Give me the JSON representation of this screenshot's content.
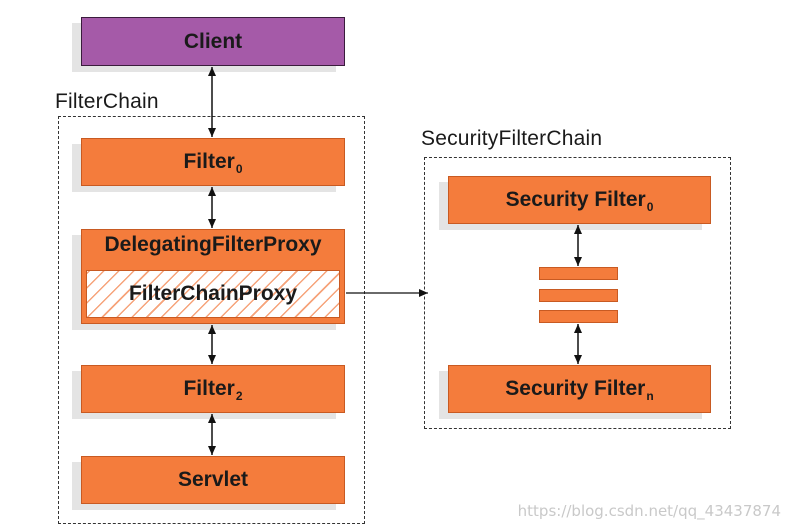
{
  "client": {
    "label": "Client"
  },
  "filter_chain": {
    "title": "FilterChain",
    "filter0": {
      "label": "Filter",
      "sub": "0"
    },
    "delegating_proxy": {
      "label": "DelegatingFilterProxy",
      "inner_label": "FilterChainProxy"
    },
    "filter2": {
      "label": "Filter",
      "sub": "2"
    },
    "servlet": {
      "label": "Servlet"
    }
  },
  "security_filter_chain": {
    "title": "SecurityFilterChain",
    "first": {
      "label": "Security Filter",
      "sub": "0"
    },
    "last": {
      "label": "Security Filter",
      "sub": "n"
    }
  },
  "watermark": "https://blog.csdn.net/qq_43437874",
  "colors": {
    "client": "#a55aa8",
    "filter": "#f47c3c",
    "shadow": "#e4e4e4"
  }
}
